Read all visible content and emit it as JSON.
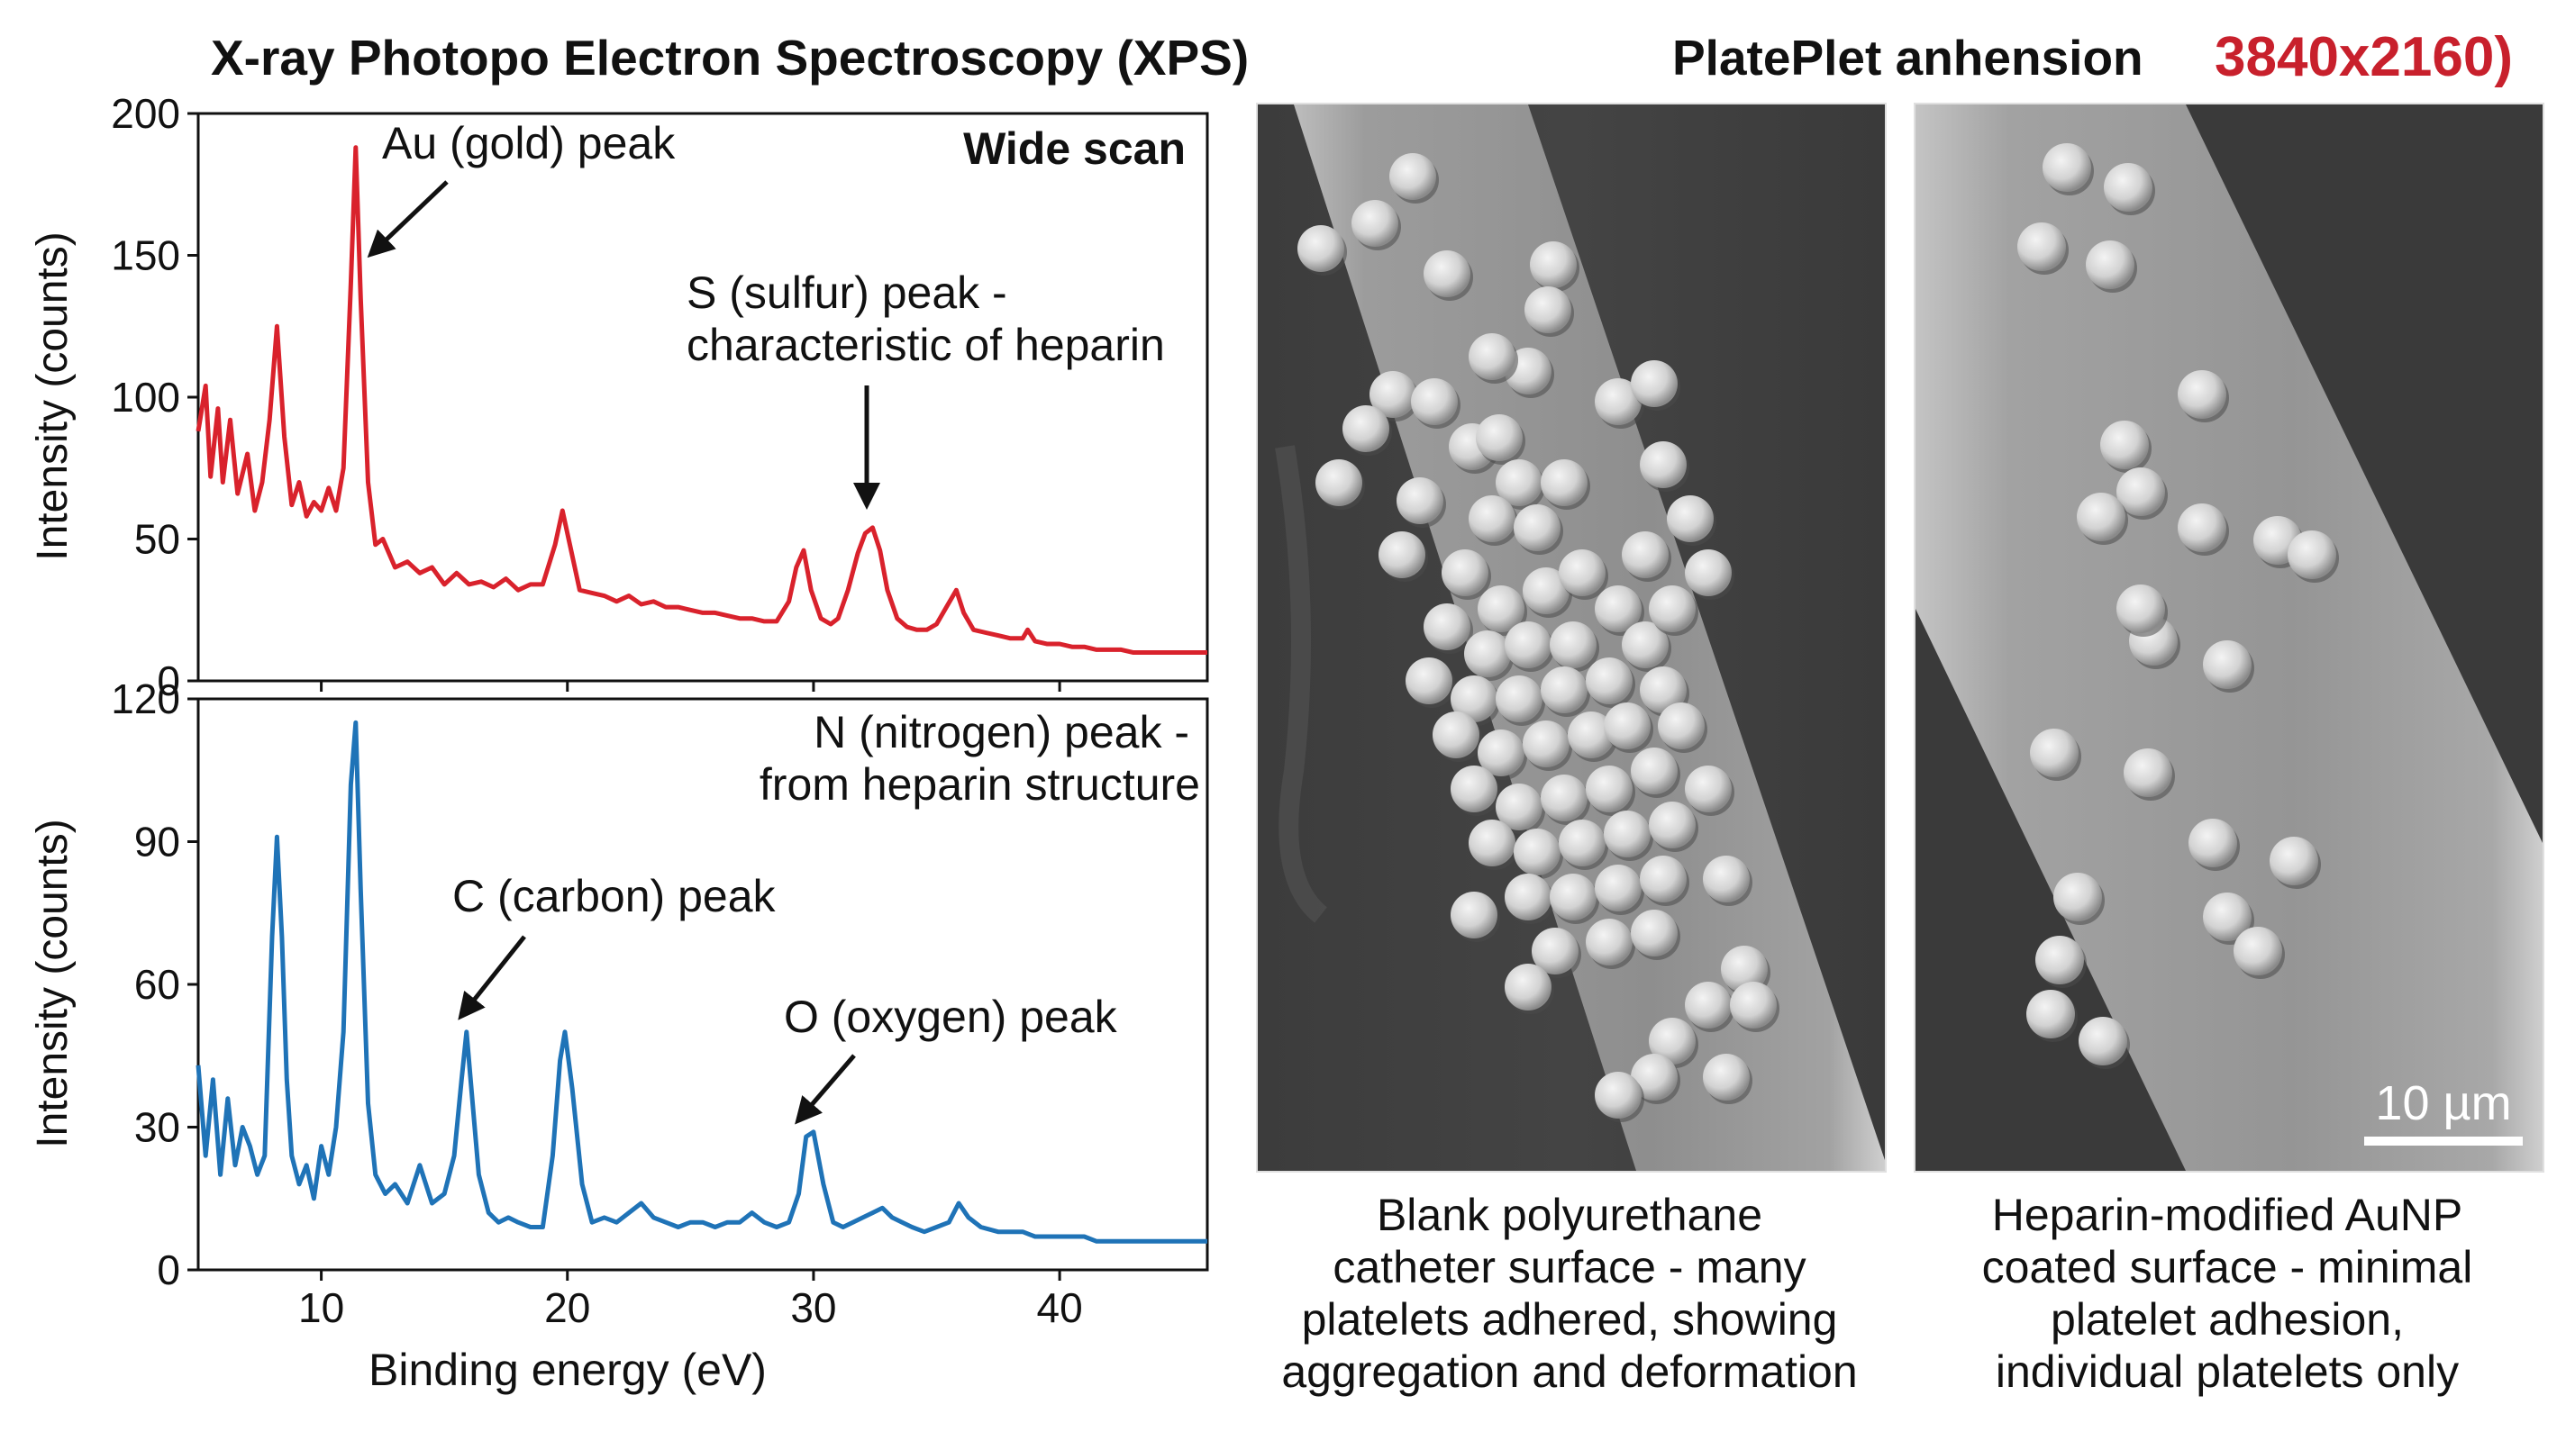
{
  "xps_title": "X-ray Photopo Electron Spectroscopy (XPS)",
  "sem_title": "PlatePlet anhension",
  "resolution_label": "3840x2160)",
  "colors": {
    "red_series": "#d9222c",
    "blue_series": "#1f73b7",
    "resolution_text": "#c8202c"
  },
  "chart_data": [
    {
      "type": "line",
      "panel": "top",
      "title": "",
      "xlabel": "",
      "ylabel": "Intensity (counts)",
      "xlim": [
        5,
        46
      ],
      "ylim": [
        0,
        200
      ],
      "xticks": [
        10,
        20,
        30,
        40
      ],
      "yticks": [
        0,
        50,
        100,
        150,
        200
      ],
      "grid": false,
      "corner_label": "Wide scan",
      "series": [
        {
          "color": "#d9222c",
          "x": [
            5,
            5.3,
            5.5,
            5.8,
            6,
            6.3,
            6.6,
            7,
            7.3,
            7.6,
            7.9,
            8.2,
            8.5,
            8.8,
            9.1,
            9.4,
            9.7,
            10,
            10.3,
            10.6,
            10.9,
            11.2,
            11.4,
            11.6,
            11.9,
            12.2,
            12.5,
            13,
            13.5,
            14,
            14.5,
            15,
            15.5,
            16,
            16.5,
            17,
            17.5,
            18,
            18.5,
            19,
            19.5,
            19.8,
            20.1,
            20.5,
            21,
            21.5,
            22,
            22.5,
            23,
            23.5,
            24,
            24.5,
            25,
            25.5,
            26,
            26.5,
            27,
            27.5,
            28,
            28.5,
            29,
            29.3,
            29.6,
            29.9,
            30.3,
            30.7,
            31,
            31.4,
            31.8,
            32.1,
            32.4,
            32.7,
            33,
            33.4,
            33.8,
            34.2,
            34.6,
            35,
            35.4,
            35.8,
            36.1,
            36.5,
            37,
            37.5,
            38,
            38.5,
            38.7,
            39,
            39.5,
            40,
            40.5,
            41,
            41.5,
            42,
            42.5,
            43,
            43.5,
            44,
            44.5,
            45,
            45.5,
            46
          ],
          "y": [
            88,
            104,
            72,
            96,
            70,
            92,
            66,
            80,
            60,
            70,
            92,
            125,
            86,
            62,
            70,
            58,
            63,
            60,
            68,
            60,
            75,
            140,
            188,
            135,
            70,
            48,
            50,
            40,
            42,
            38,
            40,
            34,
            38,
            34,
            35,
            33,
            36,
            32,
            34,
            34,
            48,
            60,
            48,
            32,
            31,
            30,
            28,
            30,
            27,
            28,
            26,
            26,
            25,
            24,
            24,
            23,
            22,
            22,
            21,
            21,
            28,
            40,
            46,
            32,
            22,
            20,
            22,
            32,
            45,
            52,
            54,
            46,
            32,
            22,
            19,
            18,
            18,
            20,
            26,
            32,
            24,
            18,
            17,
            16,
            15,
            15,
            18,
            14,
            13,
            13,
            12,
            12,
            11,
            11,
            11,
            10,
            10,
            10,
            10,
            10,
            10,
            10
          ]
        }
      ],
      "annotations": [
        {
          "text": "Au (gold) peak",
          "x": 11.4,
          "y": 188
        },
        {
          "text": "S (sulfur) peak -",
          "x": 32.5,
          "y": 54
        },
        {
          "text": "characteristic of heparin",
          "x": 32.5,
          "y": 54
        }
      ]
    },
    {
      "type": "line",
      "panel": "bottom",
      "title": "",
      "xlabel": "Binding energy (eV)",
      "ylabel": "Intensity (counts)",
      "xlim": [
        5,
        46
      ],
      "ylim": [
        0,
        120
      ],
      "xticks": [
        10,
        20,
        30,
        40
      ],
      "yticks": [
        0,
        30,
        60,
        90,
        120
      ],
      "grid": false,
      "series": [
        {
          "color": "#1f73b7",
          "x": [
            5,
            5.3,
            5.6,
            5.9,
            6.2,
            6.5,
            6.8,
            7.1,
            7.4,
            7.7,
            8,
            8.2,
            8.4,
            8.6,
            8.8,
            9.1,
            9.4,
            9.7,
            10,
            10.3,
            10.6,
            10.9,
            11.2,
            11.4,
            11.6,
            11.9,
            12.2,
            12.6,
            13,
            13.5,
            14,
            14.5,
            15,
            15.4,
            15.7,
            15.9,
            16.1,
            16.4,
            16.8,
            17.2,
            17.6,
            18,
            18.5,
            19,
            19.4,
            19.7,
            19.9,
            20.2,
            20.6,
            21,
            21.5,
            22,
            22.5,
            23,
            23.5,
            24,
            24.5,
            25,
            25.5,
            26,
            26.5,
            27,
            27.5,
            28,
            28.5,
            29,
            29.4,
            29.7,
            30,
            30.4,
            30.8,
            31.2,
            31.6,
            32,
            32.4,
            32.8,
            33.2,
            33.6,
            34,
            34.5,
            35,
            35.5,
            35.9,
            36.3,
            36.8,
            37.5,
            38,
            38.5,
            39,
            39.5,
            40,
            40.5,
            41,
            41.5,
            42,
            42.5,
            43,
            43.5,
            44,
            44.5,
            45,
            45.5,
            46
          ],
          "y": [
            43,
            24,
            40,
            20,
            36,
            22,
            30,
            26,
            20,
            24,
            70,
            91,
            70,
            40,
            24,
            18,
            22,
            15,
            26,
            20,
            30,
            50,
            102,
            115,
            80,
            35,
            20,
            16,
            18,
            14,
            22,
            14,
            16,
            24,
            40,
            50,
            38,
            20,
            12,
            10,
            11,
            10,
            9,
            9,
            24,
            44,
            50,
            38,
            18,
            10,
            11,
            10,
            12,
            14,
            11,
            10,
            9,
            10,
            10,
            9,
            10,
            10,
            12,
            10,
            9,
            10,
            16,
            28,
            29,
            18,
            10,
            9,
            10,
            11,
            12,
            13,
            11,
            10,
            9,
            8,
            9,
            10,
            14,
            11,
            9,
            8,
            8,
            8,
            7,
            7,
            7,
            7,
            7,
            6,
            6,
            6,
            6,
            6,
            6,
            6,
            6,
            6,
            6
          ]
        }
      ],
      "annotations": [
        {
          "text": "N (nitrogen) peak -",
          "x": 40,
          "y": 112
        },
        {
          "text": "from heparin structure",
          "x": 40,
          "y": 112
        },
        {
          "text": "C (carbon) peak",
          "x": 15.9,
          "y": 50
        },
        {
          "text": "O (oxygen) peak",
          "x": 29.8,
          "y": 29
        }
      ]
    }
  ],
  "sem_panels": [
    {
      "id": "blank",
      "caption": "Blank polyurethane\ncatheter surface - many\nplatelets adhered, showing\naggregation and deformation"
    },
    {
      "id": "heparin",
      "caption": "Heparin-modified AuNP\ncoated surface - minimal\nplatelet adhesion,\nindividual platelets only",
      "scale_bar": "10 µm"
    }
  ]
}
